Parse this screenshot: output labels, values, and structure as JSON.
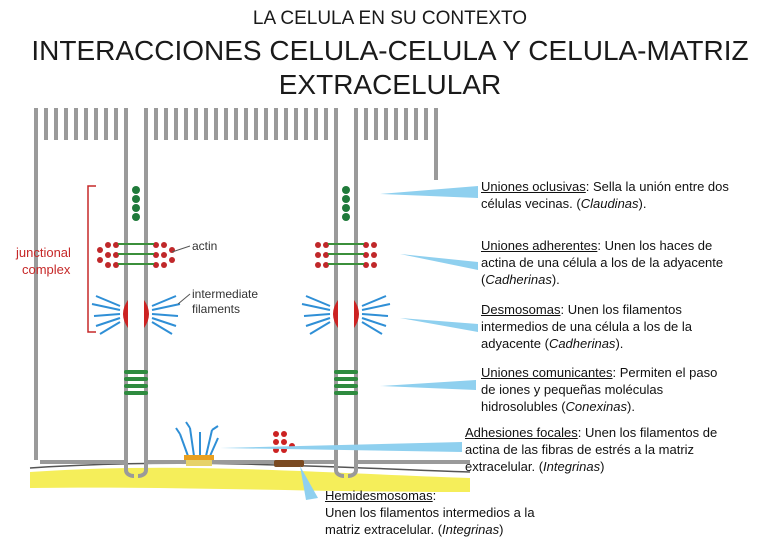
{
  "header": {
    "subtitle": "LA CELULA EN SU CONTEXTO",
    "title_line1": "INTERACCIONES CELULA-CELULA Y CELULA-MATRIZ",
    "title_line2": "EXTRACELULAR"
  },
  "figure_labels": {
    "junctional_line1": "junctional",
    "junctional_line2": "complex",
    "actin": "actin",
    "intermediate_line1": "intermediate",
    "intermediate_line2": "filaments"
  },
  "colors": {
    "membrane": "#9a9a9a",
    "tight_junction": "#1f7a3a",
    "adherens": "#c0282a",
    "desmosome": "#cc2222",
    "filaments_blue": "#2f8fd6",
    "gap_junction": "#2e8b3f",
    "matrix": "#f5ee5a",
    "label_red": "#c62828",
    "pointer_blue": "#8fd0ef"
  },
  "notes": [
    {
      "term": "Uniones oclusivas",
      "line1_rest": ": Sella la unión entre dos",
      "line2": "células vecinas. (",
      "italic": "Claudinas",
      "end": ")."
    },
    {
      "term": "Uniones adherentes",
      "line1_rest": ": Unen los haces de",
      "line2": "actina de una célula a los de la adyacente",
      "line3_pre": "(",
      "italic": "Cadherinas",
      "end": ")."
    },
    {
      "term": "Desmosomas",
      "line1_rest": ": Unen los filamentos",
      "line2": "intermedios de una célula a los de la",
      "line3_pre": "adyacente (",
      "italic": "Cadherinas",
      "end": ")."
    },
    {
      "term": "Uniones comunicantes",
      "line1_rest": ": Permiten el paso",
      "line2": "de iones y pequeñas moléculas",
      "line3_pre": "hidrosolubles (",
      "italic": "Conexinas",
      "end": ")."
    },
    {
      "term": "Adhesiones focales",
      "line1_rest": ": Unen los filamentos de",
      "line2": "actina de las fibras de estrés a la matriz",
      "line3_pre": "extracelular. (",
      "italic": "Integrinas",
      "end": ")"
    },
    {
      "term": "Hemidesmosomas",
      "line1_rest": ":",
      "line2": "Unen los filamentos intermedios a la",
      "line3_pre": "matriz extracelular. (",
      "italic": "Integrinas",
      "end": ")"
    }
  ]
}
